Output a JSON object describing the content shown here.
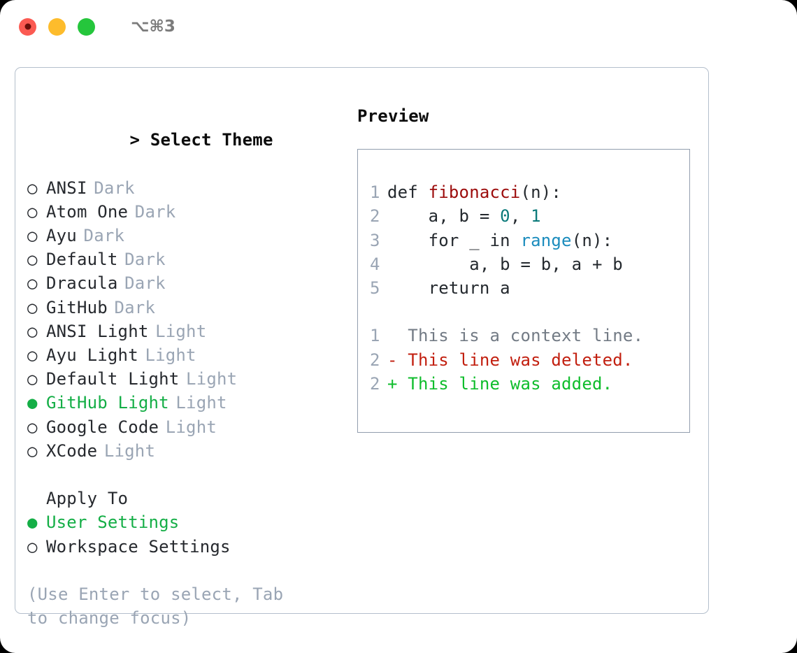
{
  "titlebar": {
    "shortcut": "⌥⌘3",
    "lights": [
      "close",
      "minimize",
      "zoom"
    ]
  },
  "theme_panel": {
    "header": "Select Theme",
    "caret": ">",
    "marker_on": "●",
    "marker_off": "○",
    "options": [
      {
        "name": "ANSI",
        "tag": "Dark",
        "selected": false
      },
      {
        "name": "Atom One",
        "tag": "Dark",
        "selected": false
      },
      {
        "name": "Ayu",
        "tag": "Dark",
        "selected": false
      },
      {
        "name": "Default",
        "tag": "Dark",
        "selected": false
      },
      {
        "name": "Dracula",
        "tag": "Dark",
        "selected": false
      },
      {
        "name": "GitHub",
        "tag": "Dark",
        "selected": false
      },
      {
        "name": "ANSI Light",
        "tag": "Light",
        "selected": false
      },
      {
        "name": "Ayu Light",
        "tag": "Light",
        "selected": false
      },
      {
        "name": "Default Light",
        "tag": "Light",
        "selected": false
      },
      {
        "name": "GitHub Light",
        "tag": "Light",
        "selected": true
      },
      {
        "name": "Google Code",
        "tag": "Light",
        "selected": false
      },
      {
        "name": "XCode",
        "tag": "Light",
        "selected": false
      }
    ]
  },
  "apply_to": {
    "header": "Apply To",
    "options": [
      {
        "name": "User Settings",
        "selected": true
      },
      {
        "name": "Workspace Settings",
        "selected": false
      }
    ]
  },
  "hint": "(Use Enter to select, Tab to change focus)",
  "preview": {
    "title": "Preview",
    "code_lines": [
      {
        "num": "1",
        "tokens": [
          {
            "t": "def ",
            "c": "plain"
          },
          {
            "t": "fibonacci",
            "c": "fn"
          },
          {
            "t": "(n):",
            "c": "plain"
          }
        ]
      },
      {
        "num": "2",
        "tokens": [
          {
            "t": "    a, b = ",
            "c": "plain"
          },
          {
            "t": "0",
            "c": "num"
          },
          {
            "t": ", ",
            "c": "plain"
          },
          {
            "t": "1",
            "c": "num"
          }
        ]
      },
      {
        "num": "3",
        "tokens": [
          {
            "t": "    for _ in ",
            "c": "plain"
          },
          {
            "t": "range",
            "c": "builtin"
          },
          {
            "t": "(n):",
            "c": "plain"
          }
        ]
      },
      {
        "num": "4",
        "tokens": [
          {
            "t": "        a, b = b, a + b",
            "c": "plain"
          }
        ]
      },
      {
        "num": "5",
        "tokens": [
          {
            "t": "    return a",
            "c": "plain"
          }
        ]
      }
    ],
    "diff_lines": [
      {
        "num": "1",
        "text": "  This is a context line.",
        "kind": "ctx"
      },
      {
        "num": "2",
        "text": "- This line was deleted.",
        "kind": "del"
      },
      {
        "num": "2",
        "text": "+ This line was added.",
        "kind": "add"
      }
    ]
  },
  "colors": {
    "accent_green": "#14ae46",
    "muted": "#9aa5b4",
    "text": "#26292e",
    "border": "#b4bfcc",
    "preview_border": "#929eae",
    "diff_add": "#0fbd2c",
    "diff_del": "#c21f0f"
  }
}
